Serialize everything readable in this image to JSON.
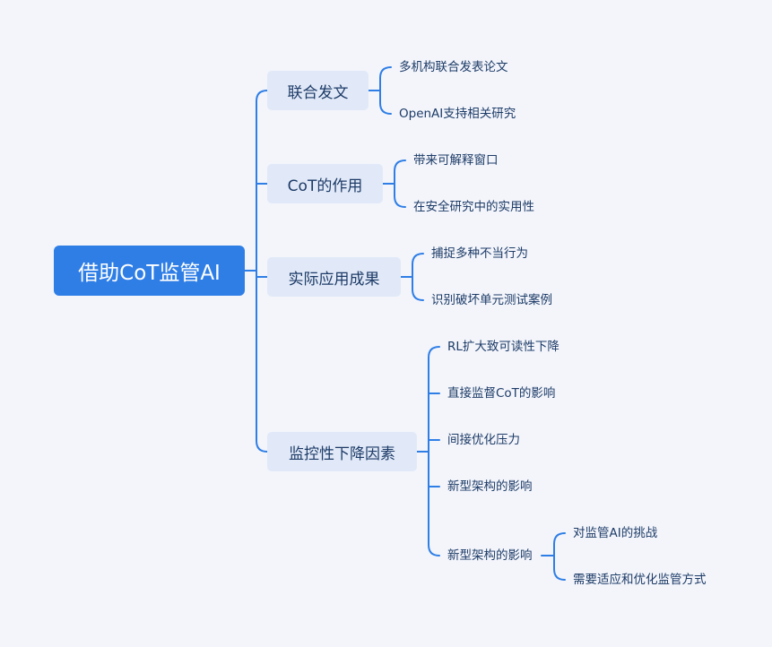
{
  "root": {
    "label": "借助CoT监管AI"
  },
  "branches": [
    {
      "label": "联合发文",
      "children": [
        {
          "label": "多机构联合发表论文"
        },
        {
          "label": "OpenAI支持相关研究"
        }
      ]
    },
    {
      "label": "CoT的作用",
      "children": [
        {
          "label": "带来可解释窗口"
        },
        {
          "label": "在安全研究中的实用性"
        }
      ]
    },
    {
      "label": "实际应用成果",
      "children": [
        {
          "label": "捕捉多种不当行为"
        },
        {
          "label": "识别破坏单元测试案例"
        }
      ]
    },
    {
      "label": "监控性下降因素",
      "children": [
        {
          "label": "RL扩大致可读性下降"
        },
        {
          "label": "直接监督CoT的影响"
        },
        {
          "label": "间接优化压力"
        },
        {
          "label": "新型架构的影响"
        },
        {
          "label": "新型架构的影响",
          "children": [
            {
              "label": "对监管AI的挑战"
            },
            {
              "label": "需要适应和优化监管方式"
            }
          ]
        }
      ]
    }
  ],
  "colors": {
    "background": "#f3f5fb",
    "root_fill": "#2f7ee6",
    "branch_fill": "#e1e9f8",
    "connector": "#2f7ee6",
    "text": "#1d3b67"
  }
}
